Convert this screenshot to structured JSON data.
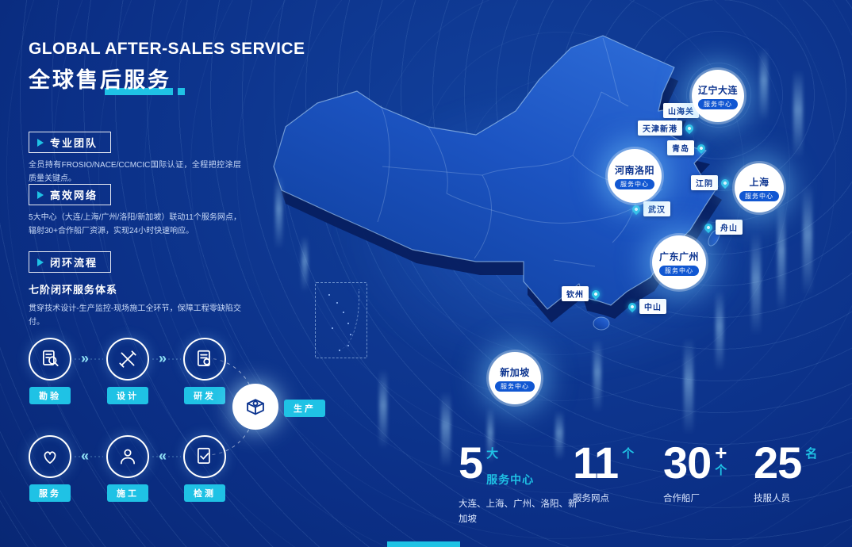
{
  "colors": {
    "bg": "#0a2d80",
    "accent": "#1fc2e5",
    "deep": "#071f5e",
    "marker-text": "#0b338f",
    "pill-blue": "#1157d2"
  },
  "header": {
    "title_en": "GLOBAL AFTER-SALES SERVICE",
    "title_zh": "全球售后服务"
  },
  "sections": [
    {
      "label": "专业团队",
      "body": "全员持有FROSIO/NACE/CCMCIC国际认证，全程把控涂层质量关键点。"
    },
    {
      "label": "高效网络",
      "body": "5大中心（大连/上海/广州/洛阳/新加坡）联动11个服务网点，辐射30+合作船厂资源，实现24小时快速响应。"
    },
    {
      "label": "闭环流程",
      "subtitle": "七阶闭环服务体系",
      "body": "贯穿技术设计-生产监控-现场施工全环节，保障工程零缺陷交付。"
    }
  ],
  "process": {
    "arrow_right": "»",
    "arrow_left": "«",
    "steps": [
      {
        "label": "勘验"
      },
      {
        "label": "设计"
      },
      {
        "label": "研发"
      },
      {
        "label": "生产"
      },
      {
        "label": "服务"
      },
      {
        "label": "施工"
      },
      {
        "label": "检测"
      }
    ]
  },
  "map": {
    "service_centers": [
      {
        "city": "辽宁大连",
        "tag": "服务中心"
      },
      {
        "city": "河南洛阳",
        "tag": "服务中心"
      },
      {
        "city": "上海",
        "tag": "服务中心"
      },
      {
        "city": "广东广州",
        "tag": "服务中心"
      },
      {
        "city": "新加坡",
        "tag": "服务中心"
      }
    ],
    "points": [
      {
        "name": "山海关"
      },
      {
        "name": "天津新港"
      },
      {
        "name": "青岛"
      },
      {
        "name": "江阴"
      },
      {
        "name": "武汉"
      },
      {
        "name": "舟山"
      },
      {
        "name": "钦州"
      },
      {
        "name": "中山"
      }
    ]
  },
  "stats": [
    {
      "value": "5",
      "unit": "大",
      "unit_label": "服务中心",
      "desc": "大连、上海、广州、洛阳、新加坡"
    },
    {
      "value": "11",
      "unit": "个",
      "desc": "服务网点"
    },
    {
      "value": "30",
      "plus": "+",
      "unit": "个",
      "desc": "合作船厂"
    },
    {
      "value": "25",
      "unit": "名",
      "desc": "技服人员"
    }
  ]
}
